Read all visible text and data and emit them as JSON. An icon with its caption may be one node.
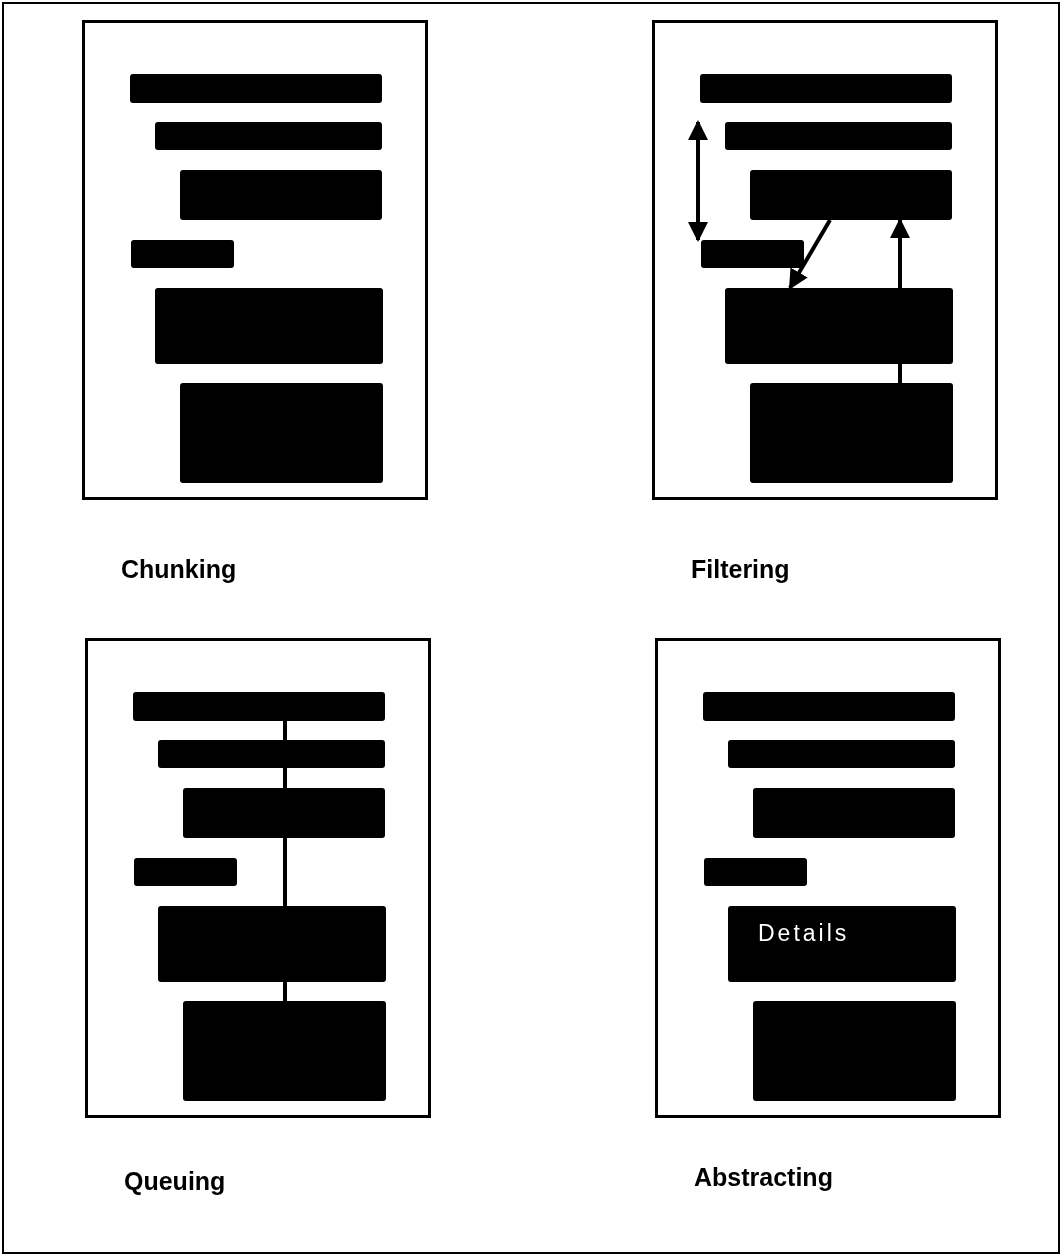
{
  "diagram": {
    "nodes": [
      {
        "text": [
          "Chunking"
        ]
      },
      {
        "text": [],
        "shape": "bar",
        "in": 0
      },
      {
        "text": [],
        "shape": "bar",
        "in": 0
      },
      {
        "text": [],
        "shape": "bar",
        "in": 0
      },
      {
        "text": [],
        "shape": "bar",
        "in": 0
      },
      {
        "text": [],
        "shape": "bar",
        "in": 0
      },
      {
        "text": [],
        "shape": "bar",
        "in": 0
      },
      {
        "text": [
          "Filtering"
        ]
      },
      {
        "text": [],
        "shape": "bar",
        "in": 7
      },
      {
        "text": [],
        "shape": "bar",
        "in": 7
      },
      {
        "text": [],
        "shape": "bar",
        "in": 7
      },
      {
        "text": [],
        "shape": "bar",
        "in": 7
      },
      {
        "text": [],
        "shape": "bar",
        "in": 7
      },
      {
        "text": [],
        "shape": "bar",
        "in": 7
      },
      {
        "text": [
          "Queuing"
        ]
      },
      {
        "text": [],
        "shape": "bar",
        "in": 14
      },
      {
        "text": [],
        "shape": "bar",
        "in": 14
      },
      {
        "text": [],
        "shape": "bar",
        "in": 14
      },
      {
        "text": [],
        "shape": "bar",
        "in": 14
      },
      {
        "text": [],
        "shape": "bar",
        "in": 14
      },
      {
        "text": [],
        "shape": "bar",
        "in": 14
      },
      {
        "text": [
          "Abstracting"
        ]
      },
      {
        "text": [],
        "shape": "bar",
        "in": 21
      },
      {
        "text": [],
        "shape": "bar",
        "in": 21
      },
      {
        "text": [],
        "shape": "bar",
        "in": 21
      },
      {
        "text": [],
        "shape": "bar",
        "in": 21
      },
      {
        "text": [
          "Details"
        ],
        "in": 21
      },
      {
        "text": [],
        "shape": "bar",
        "in": 21
      }
    ],
    "edges": [
      {
        "from": 9,
        "to": 11,
        "arrow": "both"
      },
      {
        "from": 10,
        "to": 12,
        "arrow": "to"
      },
      {
        "from": 13,
        "to": 12,
        "arrow": "none"
      },
      {
        "from": 12,
        "to": 10,
        "arrow": "to"
      },
      {
        "from": 15,
        "to": 16,
        "arrow": "none"
      },
      {
        "from": 16,
        "to": 17,
        "arrow": "none"
      },
      {
        "from": 17,
        "to": 19,
        "arrow": "none"
      },
      {
        "from": 19,
        "to": 20,
        "arrow": "none"
      }
    ]
  }
}
